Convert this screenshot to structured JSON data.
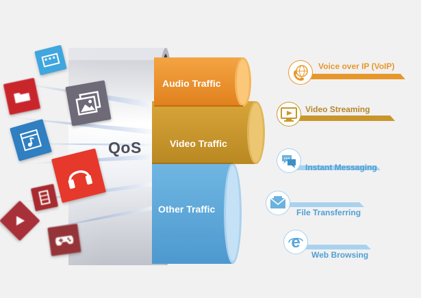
{
  "qos_label": "QoS",
  "pipes": [
    {
      "id": "audio",
      "label": "Audio Traffic",
      "color": "#e88c22"
    },
    {
      "id": "video",
      "label": "Video Traffic",
      "color": "#c8962a"
    },
    {
      "id": "other",
      "label": "Other Traffic",
      "color": "#5aa6d6"
    }
  ],
  "services": [
    {
      "id": "voip",
      "label": "Voice over IP (VoIP)",
      "icon": "phone-globe-icon",
      "color": "#e8972a"
    },
    {
      "id": "video-streaming",
      "label": "Video Streaming",
      "icon": "video-monitor-icon",
      "color": "#c8962a"
    },
    {
      "id": "instant-messaging",
      "label": "Instant Messaging",
      "icon": "chat-bubbles-icon",
      "color": "#6cb2de"
    },
    {
      "id": "file-transferring",
      "label": "File Transferring",
      "icon": "envelope-icon",
      "color": "#6cb2de"
    },
    {
      "id": "web-browsing",
      "label": "Web Browsing",
      "icon": "browser-e-icon",
      "color": "#6cb2de"
    }
  ],
  "app_tiles": [
    {
      "icon": "video-clip-icon",
      "color": "#3fa6de"
    },
    {
      "icon": "folder-icon",
      "color": "#c9262c"
    },
    {
      "icon": "image-gallery-icon",
      "color": "#6e6a78"
    },
    {
      "icon": "music-file-icon",
      "color": "#2f7fc1"
    },
    {
      "icon": "headphones-icon",
      "color": "#e6392b"
    },
    {
      "icon": "film-icon",
      "color": "#a72b2f"
    },
    {
      "icon": "play-icon",
      "color": "#a83038"
    },
    {
      "icon": "gamepad-icon",
      "color": "#943438"
    }
  ]
}
